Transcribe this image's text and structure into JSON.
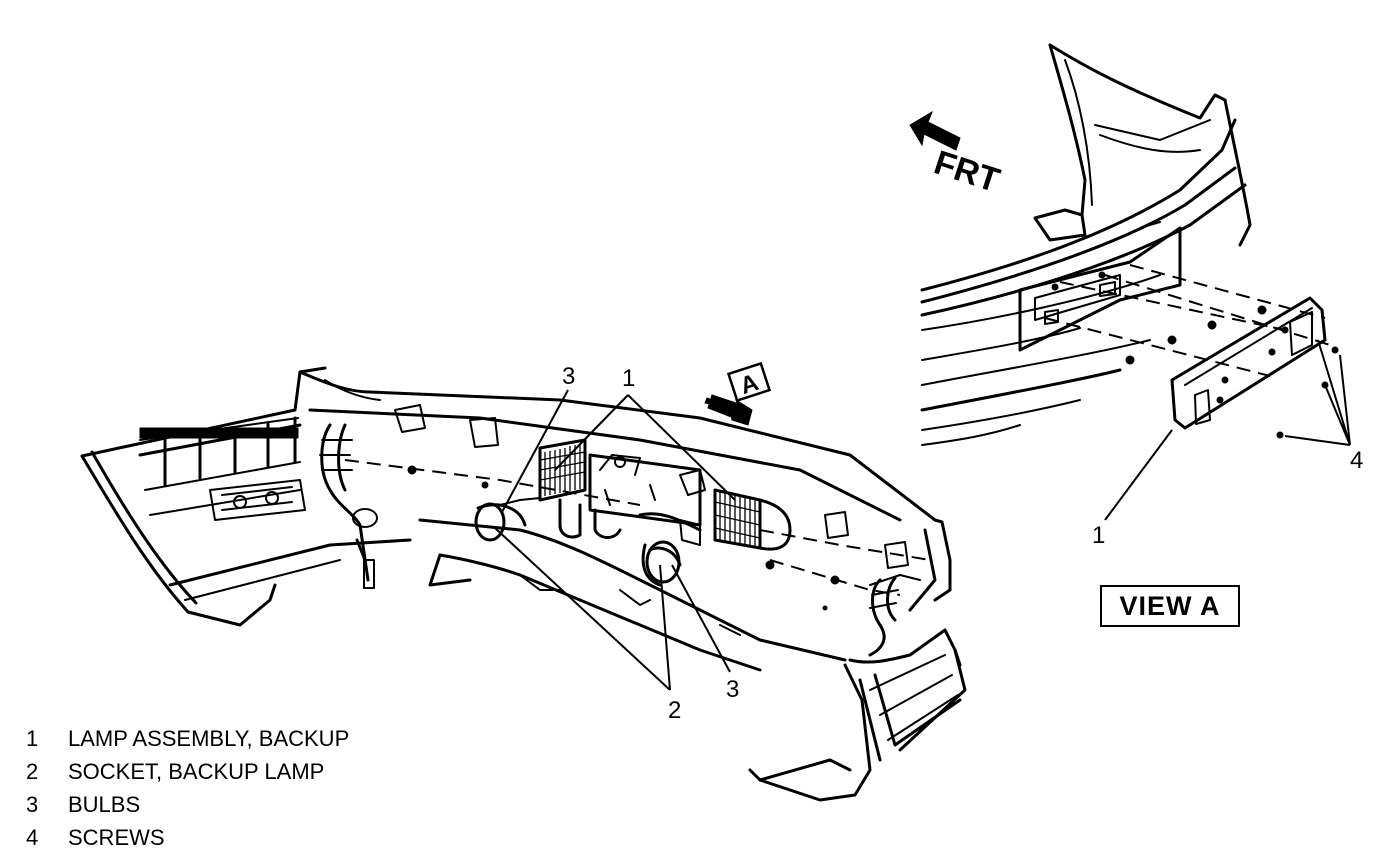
{
  "callouts": {
    "lamp_assembly": "1",
    "socket": "2",
    "bulbs": "3",
    "screws": "4"
  },
  "view_marker": "A",
  "front_arrow_label": "FRT",
  "view_title": "VIEW A",
  "legend": [
    {
      "num": "1",
      "text": "LAMP ASSEMBLY, BACKUP"
    },
    {
      "num": "2",
      "text": "SOCKET, BACKUP LAMP"
    },
    {
      "num": "3",
      "text": "BULBS"
    },
    {
      "num": "4",
      "text": "SCREWS"
    }
  ]
}
